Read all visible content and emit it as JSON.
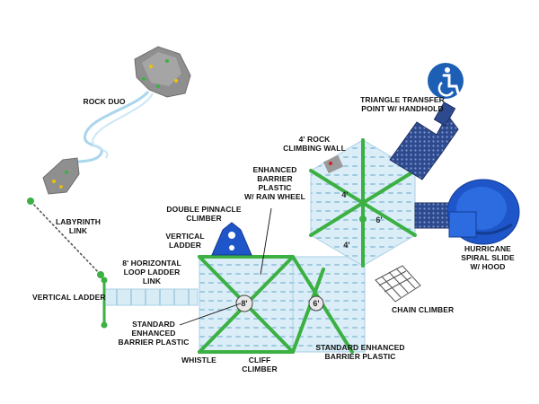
{
  "labels": {
    "rock_duo": "ROCK DUO",
    "triangle_transfer": "TRIANGLE TRANSFER\nPOINT W/ HANDHOLD",
    "rock_climbing_wall": "4' ROCK\nCLIMBING WALL",
    "enhanced_barrier_rain": "ENHANCED\nBARRIER\nPLASTIC\nW/ RAIN WHEEL",
    "labyrinth_link": "LABYRINTH\nLINK",
    "double_pinnacle": "DOUBLE PINNACLE\nCLIMBER",
    "vertical_ladder_top": "VERTICAL\nLADDER",
    "horizontal_loop_ladder": "8' HORIZONTAL\nLOOP LADDER\nLINK",
    "vertical_ladder_left": "VERTICAL LADDER",
    "standard_enhanced_left": "STANDARD\nENHANCED\nBARRIER PLASTIC",
    "whistle": "WHISTLE",
    "cliff_climber": "CLIFF\nCLIMBER",
    "standard_enhanced_bottom": "STANDARD ENHANCED\nBARRIER PLASTIC",
    "chain_climber": "CHAIN CLIMBER",
    "hurricane_slide": "HURRICANE\nSPIRAL SLIDE\nW/ HOOD"
  },
  "dimensions": {
    "left_deck": "8'",
    "mid_deck": "6'",
    "hex_top": "4'",
    "hex_right": "6'",
    "hex_bottom": "4'"
  },
  "colors": {
    "accessibility_blue": "#1d5fb4",
    "deck_blue": "#cfe6f2",
    "green_post": "#3cb043",
    "slide_blue": "#1e55c8",
    "navy": "#243b7a"
  },
  "icons": [
    "accessibility-icon"
  ]
}
